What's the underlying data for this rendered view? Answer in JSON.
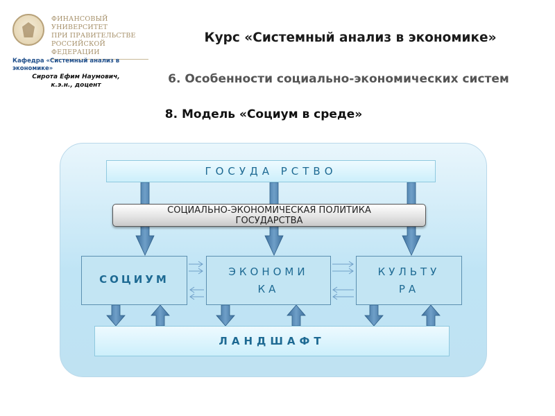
{
  "header": {
    "university_lines": [
      "ФИНАНСОВЫЙ УНИВЕРСИТЕТ",
      "ПРИ ПРАВИТЕЛЬСТВЕ",
      "РОССИЙСКОЙ ФЕДЕРАЦИИ"
    ],
    "department_line1": "Кафедра «Системный анализ в",
    "department_line2": "экономике»",
    "author_line1": "Сирота Ефим Наумович,",
    "author_line2": "к.э.н., доцент",
    "course_title": "Курс «Системный анализ в экономике»",
    "section_title": "6. Особенности социально-экономических систем",
    "model_title": "8. Модель «Социум в среде»"
  },
  "diagram": {
    "state": "ГОСУДА РСТВО",
    "policy_line1": "СОЦИАЛЬНО-ЭКОНОМИЧЕСКАЯ ПОЛИТИКА",
    "policy_line2": "ГОСУДАРСТВА",
    "society": "СОЦИУМ",
    "economy_line1": "ЭКОНОМИ",
    "economy_line2": "КА",
    "culture_line1": "КУЛЬТУ",
    "culture_line2": "РА",
    "landscape": "ЛАНДШАФТ"
  },
  "colors": {
    "label_blue": "#1e6a93",
    "arrow_blue": "#4a7fae",
    "panel_blue": "#bfe4f5"
  }
}
